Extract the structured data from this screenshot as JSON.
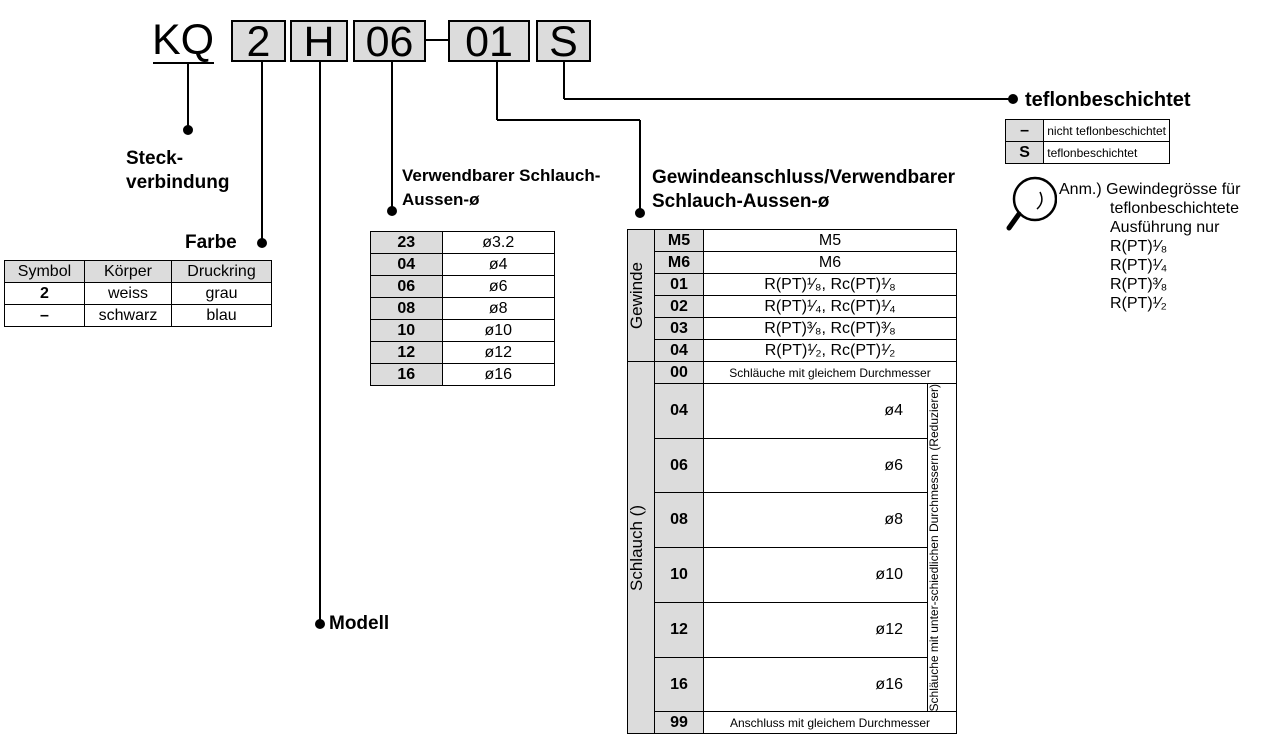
{
  "code": {
    "prefix": "KQ",
    "seg_color": "2",
    "seg_model": "H",
    "seg_tube": "06",
    "dash": "–",
    "seg_thread": "01",
    "seg_coating": "S"
  },
  "labels": {
    "steck_1": "Steck-",
    "steck_2": "verbindung",
    "farbe": "Farbe",
    "modell": "Modell",
    "verw_1": "Verwendbarer Schlauch-",
    "verw_2": "Aussen-ø",
    "gew_1": "Gewindeanschluss/Verwendbarer",
    "gew_2": "Schlauch-Aussen-ø",
    "teflon": "teflonbeschichtet"
  },
  "farbe_table": {
    "headers": [
      "Symbol",
      "Körper",
      "Druckring"
    ],
    "rows": [
      [
        "2",
        "weiss",
        "grau"
      ],
      [
        "–",
        "schwarz",
        "blau"
      ]
    ]
  },
  "tube_table": {
    "rows": [
      [
        "23",
        "ø3.2"
      ],
      [
        "04",
        "ø4"
      ],
      [
        "06",
        "ø6"
      ],
      [
        "08",
        "ø8"
      ],
      [
        "10",
        "ø10"
      ],
      [
        "12",
        "ø12"
      ],
      [
        "16",
        "ø16"
      ]
    ]
  },
  "thread_table": {
    "gewinde_label": "Gewinde",
    "schlauch_label": "Schlauch ()",
    "reducer_label": "Schläuche mit unter-schiedlichen Durchmessern (Reduzierer)",
    "gewinde_rows": [
      [
        "M5",
        "M5"
      ],
      [
        "M6",
        "M6"
      ],
      [
        "01",
        "R(PT)¹⁄₈, Rc(PT)¹⁄₈"
      ],
      [
        "02",
        "R(PT)¹⁄₄, Rc(PT)¹⁄₄"
      ],
      [
        "03",
        "R(PT)³⁄₈, Rc(PT)³⁄₈"
      ],
      [
        "04",
        "R(PT)¹⁄₂, Rc(PT)¹⁄₂"
      ]
    ],
    "row_00": [
      "00",
      "Schläuche mit gleichem Durchmesser"
    ],
    "schlauch_rows": [
      [
        "04",
        "ø4"
      ],
      [
        "06",
        "ø6"
      ],
      [
        "08",
        "ø8"
      ],
      [
        "10",
        "ø10"
      ],
      [
        "12",
        "ø12"
      ],
      [
        "16",
        "ø16"
      ]
    ],
    "row_99": [
      "99",
      "Anschluss mit gleichem Durchmesser"
    ]
  },
  "teflon_table": {
    "rows": [
      [
        "–",
        "nicht teflonbeschichtet"
      ],
      [
        "S",
        "teflonbeschichtet"
      ]
    ]
  },
  "note": {
    "lines": [
      "Anm.) Gewindegrösse für",
      "teflonbeschichtete",
      "Ausführung nur",
      "R(PT)¹⁄₈",
      "R(PT)¹⁄₄",
      "R(PT)³⁄₈",
      "R(PT)¹⁄₂"
    ]
  }
}
